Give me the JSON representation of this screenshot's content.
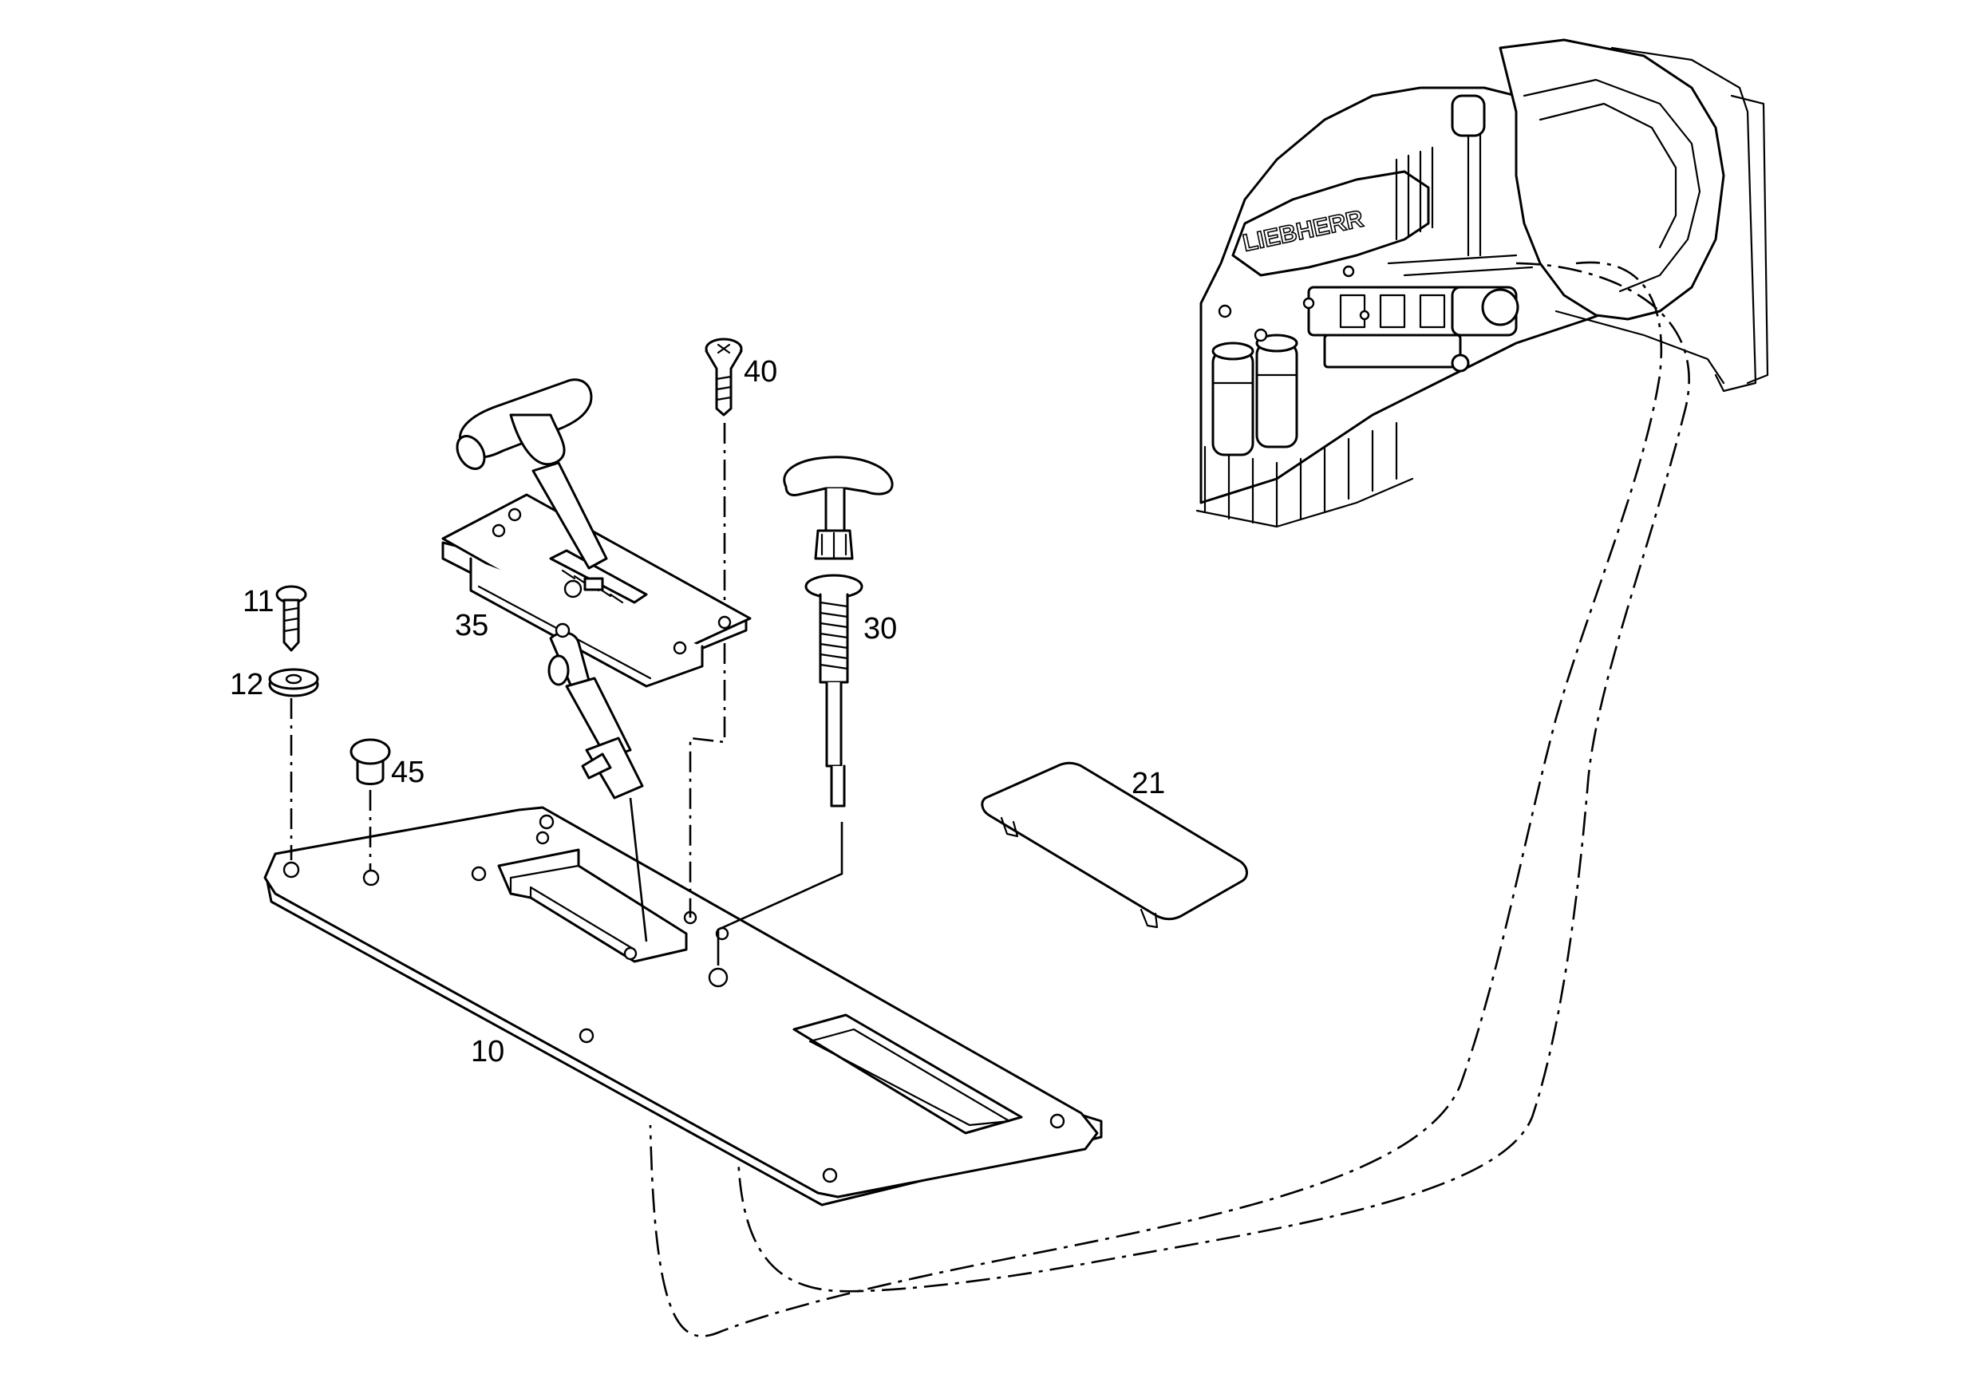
{
  "diagram": {
    "callouts": {
      "c10": "10",
      "c11": "11",
      "c12": "12",
      "c21": "21",
      "c30": "30",
      "c35": "35",
      "c40": "40",
      "c45": "45"
    },
    "engine_brand": "LIEBHERR"
  },
  "colors": {
    "line": "#000000",
    "background": "#ffffff"
  }
}
